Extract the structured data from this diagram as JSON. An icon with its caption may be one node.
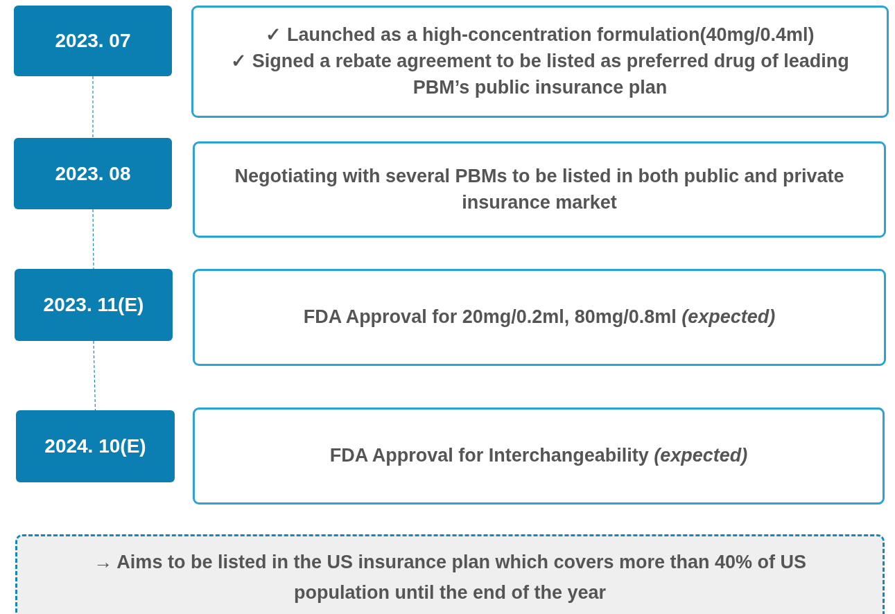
{
  "diagram": {
    "nodes": [
      {
        "text": [
          "2023. 07"
        ]
      },
      {
        "text": [
          "✓ Launched as a high-concentration formulation(40mg/0.4ml)",
          "✓ Signed a rebate agreement to be listed as preferred drug of leading PBM’s public insurance plan"
        ]
      },
      {
        "text": [
          "2023. 08"
        ]
      },
      {
        "text": [
          "Negotiating with several PBMs to be listed in both public and private insurance market"
        ]
      },
      {
        "text": [
          "2023. 11(E)"
        ]
      },
      {
        "text": [
          "FDA Approval for 20mg/0.2ml, 80mg/0.8ml *(expected)*"
        ]
      },
      {
        "text": [
          "2024. 10(E)"
        ]
      },
      {
        "text": [
          "FDA Approval for Interchangeability *(expected)*"
        ]
      },
      {
        "text": [
          "→ Aims to be listed in the US insurance plan which covers more than 40% of US population until the end of the year"
        ]
      }
    ],
    "edges": [
      {
        "from": 0,
        "to": 2,
        "arrow": "none",
        "style": "dashed"
      },
      {
        "from": 2,
        "to": 4,
        "arrow": "none",
        "style": "dashed"
      },
      {
        "from": 4,
        "to": 6,
        "arrow": "none",
        "style": "dashed"
      }
    ]
  }
}
